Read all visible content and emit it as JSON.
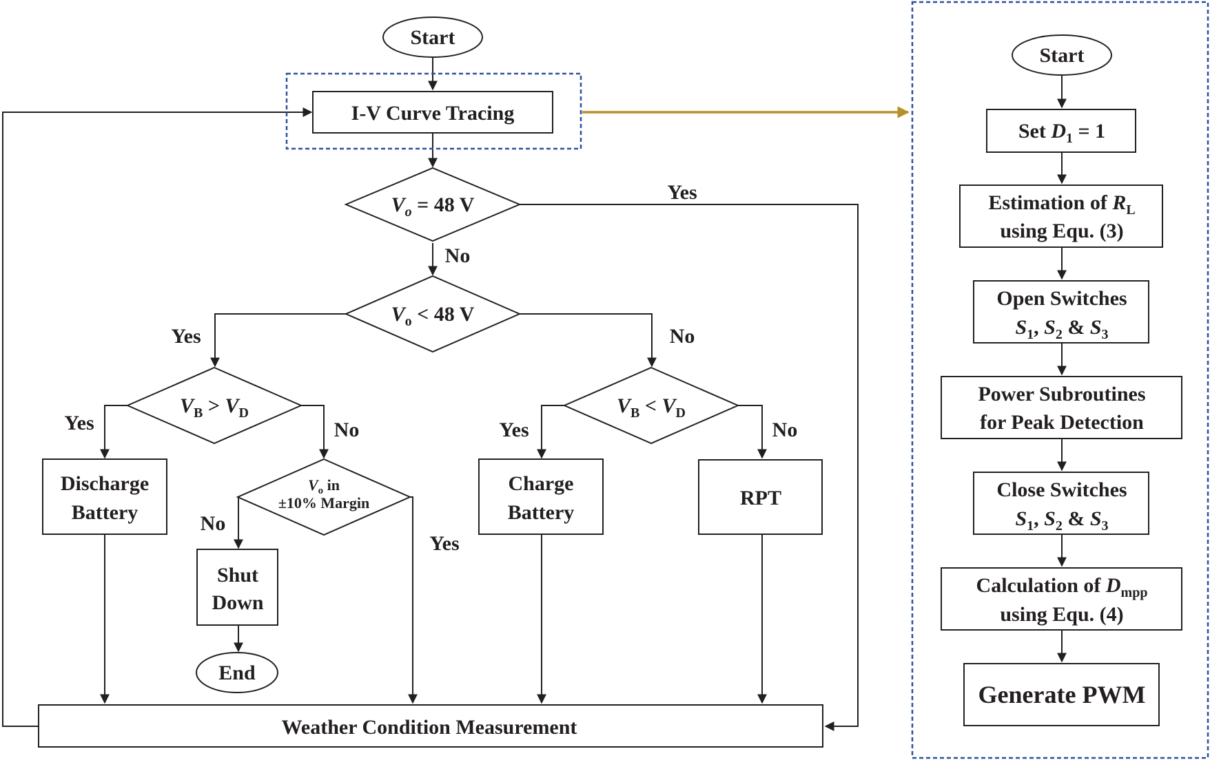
{
  "main": {
    "start": "Start",
    "iv_curve": "I-V Curve Tracing",
    "d1_pre": "V",
    "d1_sub": "o",
    "d1_post": " = 48 V",
    "d2_pre": "V",
    "d2_sub": "o",
    "d2_post": " < 48 V",
    "d3_v1": "V",
    "d3_s1": "B",
    "d3_op": " > ",
    "d3_v2": "V",
    "d3_s2": "D",
    "d4_v1": "V",
    "d4_s1": "B",
    "d4_op": " < ",
    "d4_v2": "V",
    "d4_s2": "D",
    "d5_pre": "V",
    "d5_sub": "o",
    "d5_post": " in",
    "d5_line2": "±10% Margin",
    "discharge_1": "Discharge",
    "discharge_2": "Battery",
    "charge_1": "Charge",
    "charge_2": "Battery",
    "rpt": "RPT",
    "shutdown_1": "Shut",
    "shutdown_2": "Down",
    "end": "End",
    "weather": "Weather Condition Measurement"
  },
  "labels": {
    "yes_d1": "Yes",
    "no_d1": "No",
    "yes_d2": "Yes",
    "no_d2": "No",
    "yes_d3": "Yes",
    "no_d3": "No",
    "yes_d4": "Yes",
    "no_d4": "No",
    "no_d5": "No",
    "yes_d5": "Yes"
  },
  "sub": {
    "start": "Start",
    "set_pre": "Set ",
    "set_var": "D",
    "set_sub": "1",
    "set_post": " = 1",
    "est_pre": "Estimation of ",
    "est_var": "R",
    "est_sub": "L",
    "est_line2": "using Equ. (3)",
    "open_line1": "Open Switches",
    "close_line1": "Close Switches",
    "sw_s": "S",
    "sw_1": "1",
    "sw_2": "2",
    "sw_3": "3",
    "sw_comma": ", ",
    "sw_amp": " & ",
    "power_1": "Power Subroutines",
    "power_2": "for Peak Detection",
    "calc_pre": "Calculation of ",
    "calc_var": "D",
    "calc_sub": "mpp",
    "calc_line2": "using Equ. (4)",
    "pwm": "Generate PWM"
  },
  "colors": {
    "ink": "#231f20",
    "dashed_frame": "#2e4f9c",
    "link_arrow": "#b8902a"
  }
}
